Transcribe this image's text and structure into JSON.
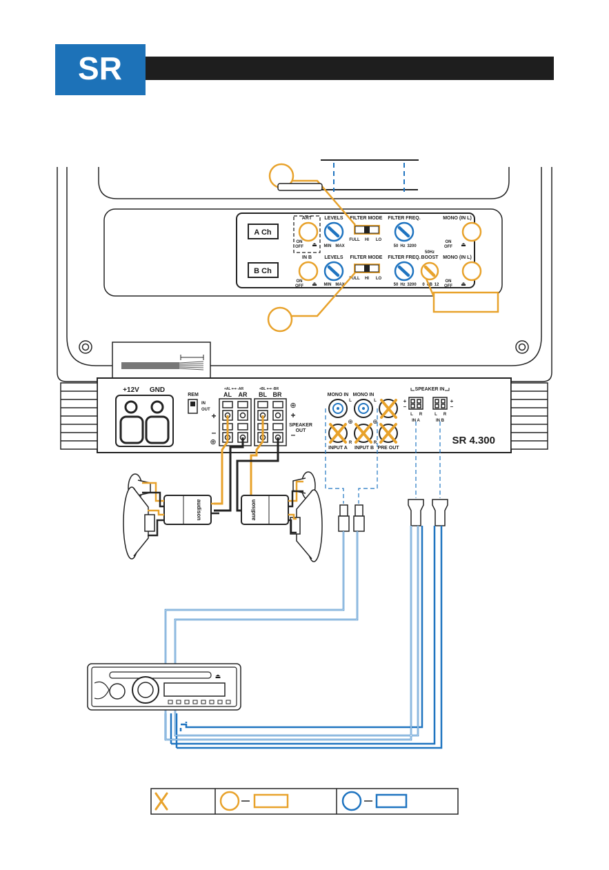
{
  "header": {
    "logo_text": "SR",
    "brand_color": "#1d72b8",
    "bar_color": "#1e1e1e"
  },
  "colors": {
    "orange": "#e8a22b",
    "blue": "#1f74c0",
    "dark": "#222222"
  },
  "control_panel": {
    "a_channel_label": "A Ch",
    "b_channel_label": "B Ch",
    "art_label": "ART",
    "in_b_label": "IN B",
    "levels_label": "LEVELS",
    "filter_mode_label": "FILTER MODE",
    "filter_freq_label": "FILTER FREQ.",
    "mono_label": "MONO (IN L)",
    "boost_top_label": "50Hz",
    "boost_label": "BOOST",
    "on_label": "ON",
    "off_label": "OFF",
    "min_label": "MIN",
    "max_label": "MAX",
    "full_label": "FULL",
    "hi_label": "HI",
    "lo_label": "LO",
    "freq_low": "50",
    "freq_unit": "Hz",
    "freq_high": "3200",
    "boost_low": "0",
    "boost_unit": "dB",
    "boost_high": "12"
  },
  "amp_front": {
    "power_12v": "+12V",
    "gnd": "GND",
    "rem": "REM",
    "in_label": "IN",
    "out_label": "OUT",
    "plus": "+",
    "minus": "–",
    "bridge_a": "+AL ⟷ -AR",
    "bridge_b": "+BL ⟷ -BR",
    "al": "AL",
    "ar": "AR",
    "bl": "BL",
    "br": "BR",
    "speaker_out_1": "SPEAKER",
    "speaker_out_2": "OUT",
    "mono_in": "MONO IN",
    "input_a": "INPUT A",
    "input_b": "INPUT B",
    "pre_out": "PRE OUT",
    "l": "L",
    "r": "R",
    "speaker_in": "SPEAKER IN",
    "in_a": "IN A",
    "in_b": "IN B",
    "model": "SR 4.300"
  },
  "crossover": {
    "brand": "audison"
  }
}
